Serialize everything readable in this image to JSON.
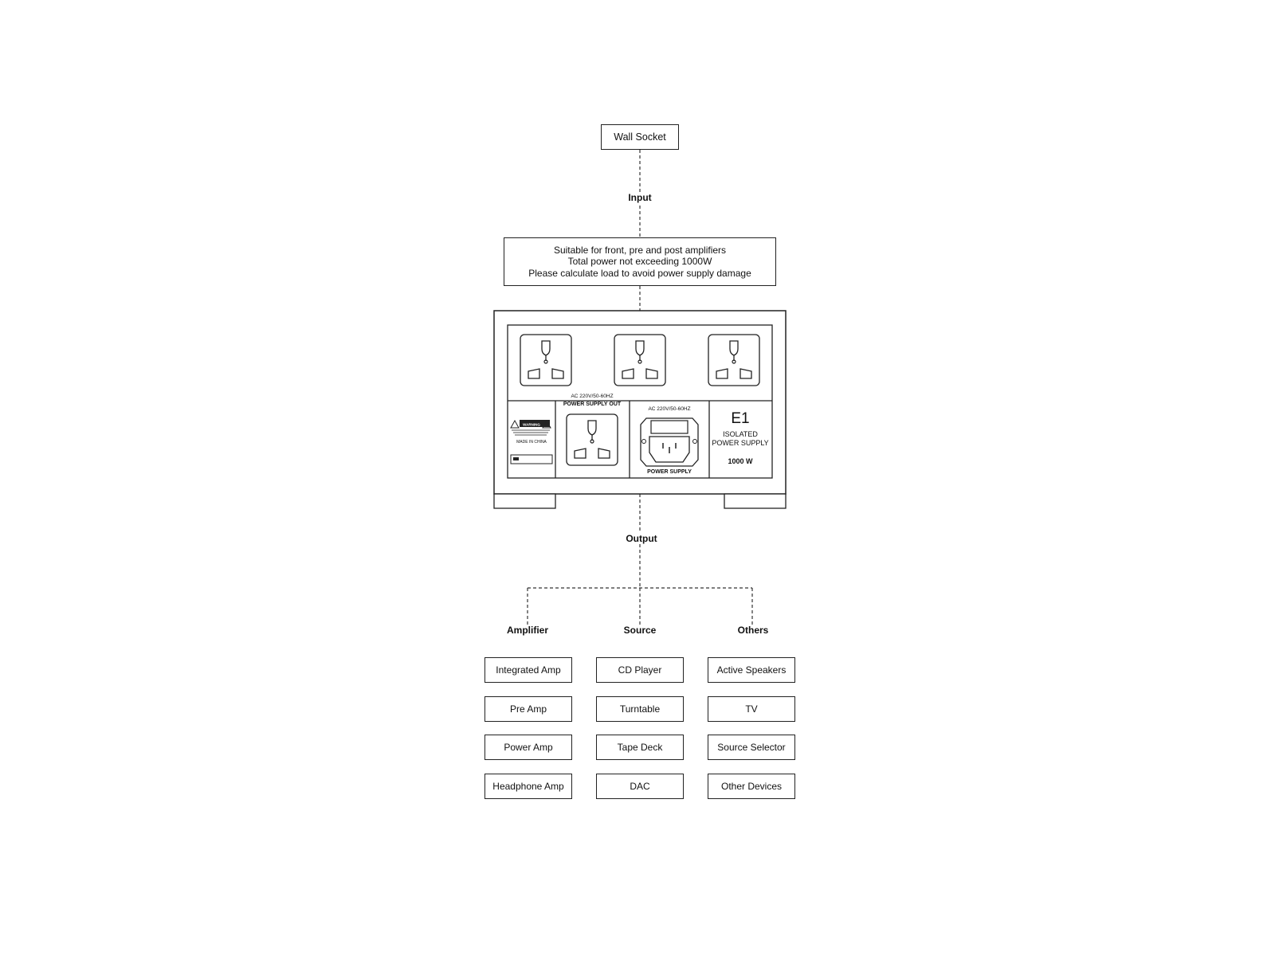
{
  "nodes": {
    "wall_socket": "Wall Socket",
    "input": "Input",
    "notice": [
      "Suitable for front, pre and post amplifiers",
      "Total power not exceeding 1000W",
      "Please calculate load to avoid power supply damage"
    ],
    "output": "Output"
  },
  "device": {
    "out_spec": "AC 220V/50-60HZ",
    "out_label": "POWER SUPPLY OUT",
    "in_spec": "AC 220V/50-60HZ",
    "in_label": "POWER SUPPLY",
    "model": "E1",
    "name_line1": "ISOLATED",
    "name_line2": "POWER SUPPLY",
    "wattage": "1000 W",
    "warning_title": "WARNING",
    "made_in": "MADE IN CHINA"
  },
  "categories": [
    {
      "name": "Amplifier",
      "items": [
        "Integrated Amp",
        "Pre Amp",
        "Power Amp",
        "Headphone Amp"
      ]
    },
    {
      "name": "Source",
      "items": [
        "CD Player",
        "Turntable",
        "Tape Deck",
        "DAC"
      ]
    },
    {
      "name": "Others",
      "items": [
        "Active Speakers",
        "TV",
        "Source Selector",
        "Other Devices"
      ]
    }
  ],
  "colors": {
    "stroke": "#222222",
    "background": "#ffffff"
  }
}
